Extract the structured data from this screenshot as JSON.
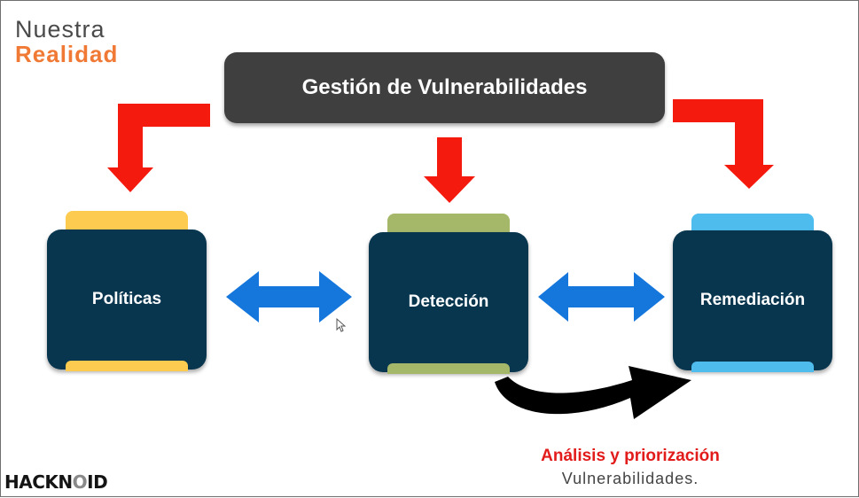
{
  "corner_title": {
    "line1": "Nuestra",
    "line2": "Realidad"
  },
  "banner": {
    "label": "Gestión de Vulnerabilidades"
  },
  "nodes": [
    {
      "label": "Políticas",
      "tab_color": "#fdcb4f"
    },
    {
      "label": "Detección",
      "tab_color": "#a5b86a"
    },
    {
      "label": "Remediación",
      "tab_color": "#4fbcee"
    }
  ],
  "caption": {
    "line1": "Análisis y priorización",
    "line2": "Vulnerabilidades."
  },
  "logo": {
    "part1": "HACK",
    "part2": "N",
    "part3": "O",
    "part4": "ID"
  },
  "colors": {
    "box": "#08364f",
    "banner": "#3f3f3f",
    "red_arrow": "#f51a0e",
    "blue_arrow": "#1577dc",
    "black_arrow": "#000000",
    "accent": "#f07a35"
  }
}
